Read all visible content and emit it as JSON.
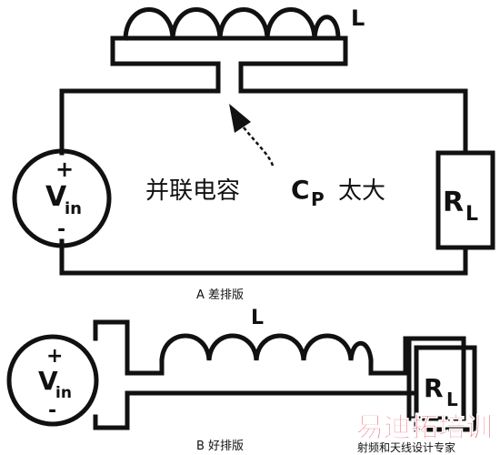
{
  "top_circuit": {
    "inductor_label": "L",
    "annotation_text": "并联电容",
    "annotation_symbol": "C",
    "annotation_subscript": "P",
    "annotation_suffix": "太大",
    "source_plus": "+",
    "source_v": "V",
    "source_sub": "in",
    "source_minus": "-",
    "load_r": "R",
    "load_sub": "L",
    "caption": "A 差排版"
  },
  "bottom_circuit": {
    "inductor_label": "L",
    "source_plus": "+",
    "source_v": "V",
    "source_sub": "in",
    "source_minus": "-",
    "load_r": "R",
    "load_sub": "L",
    "caption": "B 好排版"
  },
  "watermark": {
    "title": "易迪拓培训",
    "subtitle": "射频和天线设计专家",
    "title_color": "#e0203a",
    "subtitle_color": "#333333"
  }
}
